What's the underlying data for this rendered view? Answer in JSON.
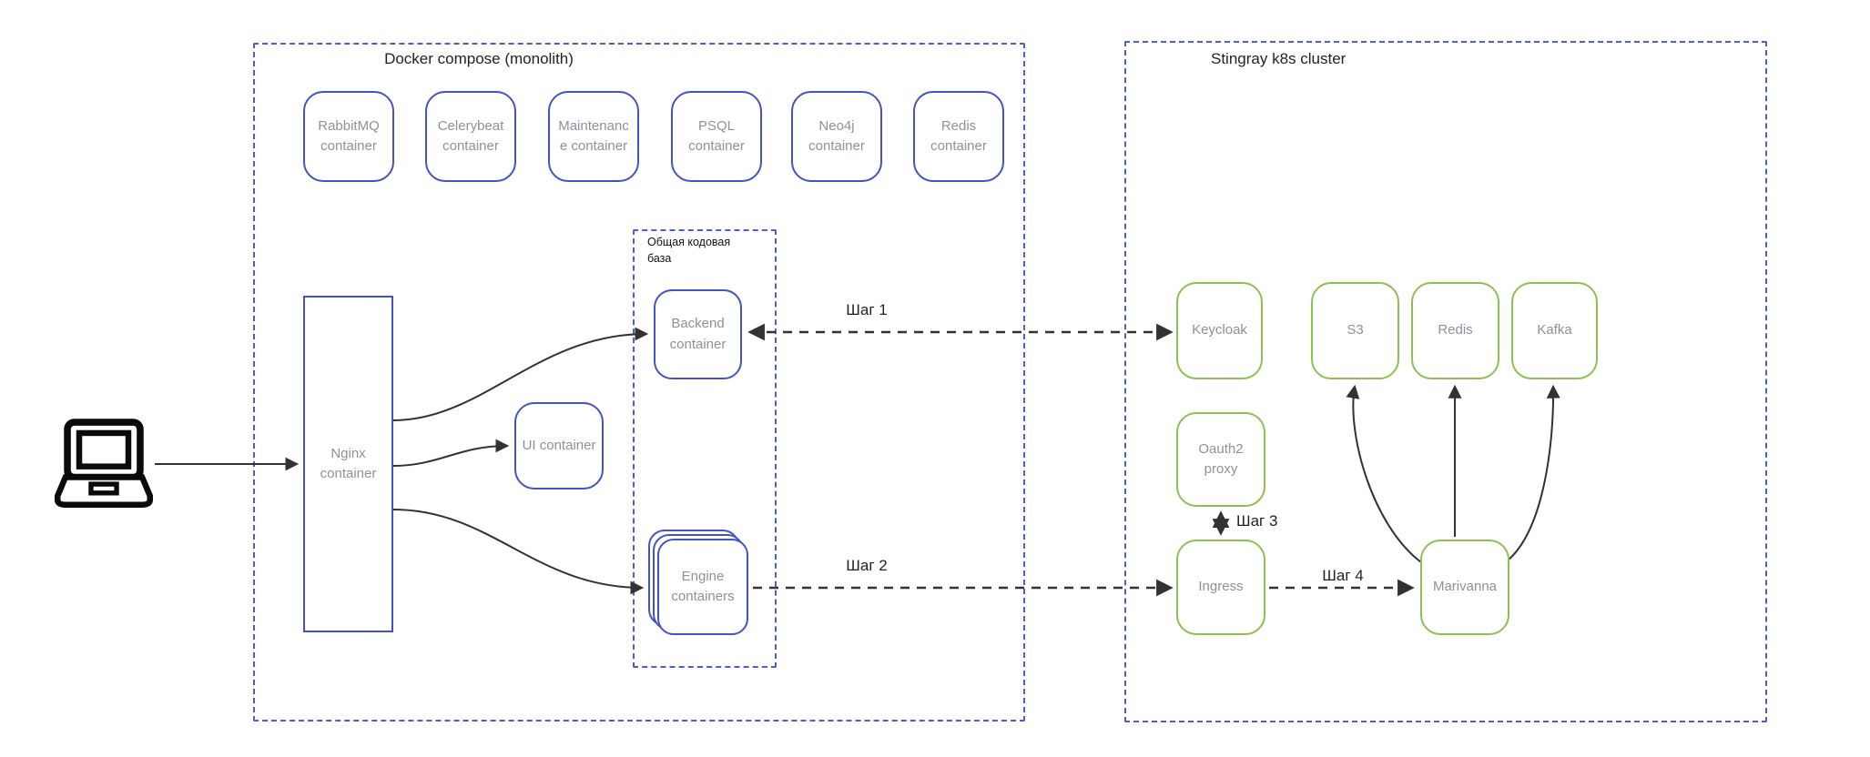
{
  "diagram": {
    "groups": {
      "docker_compose": {
        "title": "Docker compose (monolith)"
      },
      "shared_codebase": {
        "title": "Общая кодовая\nбаза"
      },
      "stingray": {
        "title": "Stingray k8s cluster"
      }
    },
    "nodes": {
      "rabbitmq": {
        "label": "RabbitMQ\ncontainer"
      },
      "celerybeat": {
        "label": "Celerybeat\ncontainer"
      },
      "maintenance": {
        "label": "Maintenanc\ne container"
      },
      "psql": {
        "label": "PSQL\ncontainer"
      },
      "neo4j": {
        "label": "Neo4j\ncontainer"
      },
      "redis_docker": {
        "label": "Redis\ncontainer"
      },
      "nginx": {
        "label": "Nginx\ncontainer"
      },
      "ui": {
        "label": "UI container"
      },
      "backend": {
        "label": "Backend\ncontainer"
      },
      "engine": {
        "label": "Engine\ncontainers"
      },
      "keycloak": {
        "label": "Keycloak"
      },
      "s3": {
        "label": "S3"
      },
      "redis_k8s": {
        "label": "Redis"
      },
      "kafka": {
        "label": "Kafka"
      },
      "oauth2": {
        "label": "Oauth2\nproxy"
      },
      "ingress": {
        "label": "Ingress"
      },
      "marivanna": {
        "label": "Marivanna"
      }
    },
    "arrow_labels": {
      "step1": "Шаг 1",
      "step2": "Шаг 2",
      "step3": "Шаг 3",
      "step4": "Шаг 4"
    },
    "colors": {
      "blue_border": "#4353c4",
      "blue_dashed_border": "#4c5cd4",
      "green_border": "#8cc152",
      "node_text": "#8c919b",
      "title_text": "#222222",
      "arrow": "#333333"
    }
  }
}
